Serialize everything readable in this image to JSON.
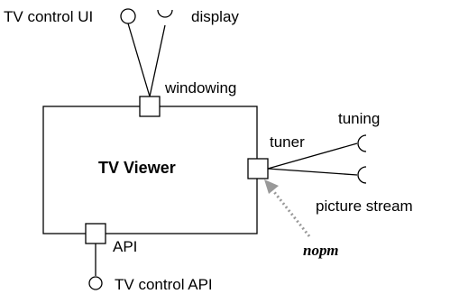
{
  "component": {
    "name": "TV Viewer"
  },
  "ports": {
    "windowing": "windowing",
    "tuner": "tuner",
    "api": "API"
  },
  "interfaces": {
    "tv_control_ui": "TV control UI",
    "display": "display",
    "tuning": "tuning",
    "picture_stream": "picture stream",
    "tv_control_api": "TV control API"
  },
  "annotation": {
    "port_label": "порт",
    "arrow_color": "#999999"
  }
}
